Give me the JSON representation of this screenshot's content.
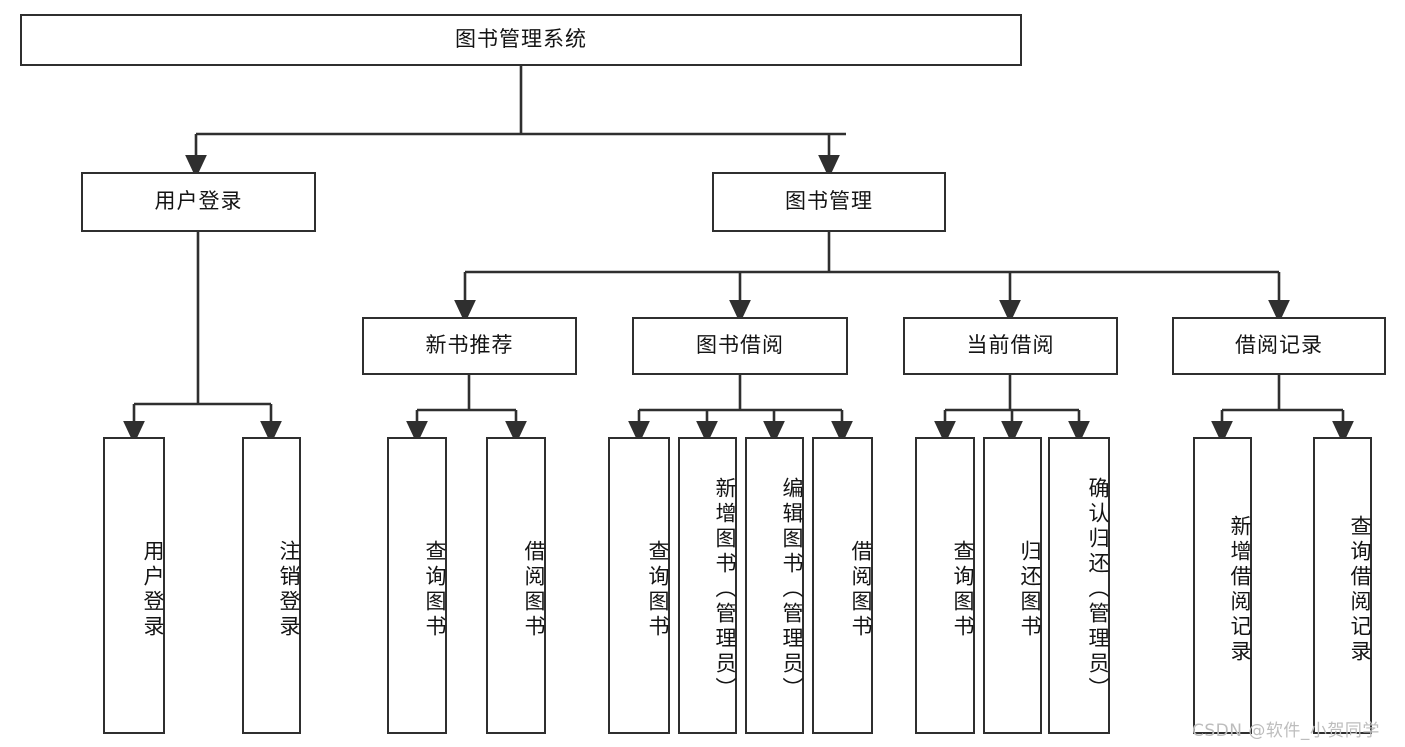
{
  "diagram": {
    "title": "图书管理系统",
    "type": "tree-hierarchy-chart",
    "root": {
      "label": "图书管理系统"
    },
    "level2": [
      {
        "label": "用户登录"
      },
      {
        "label": "图书管理"
      }
    ],
    "level3": [
      {
        "label": "新书推荐"
      },
      {
        "label": "图书借阅"
      },
      {
        "label": "当前借阅"
      },
      {
        "label": "借阅记录"
      }
    ],
    "leaves": {
      "user_login": [
        {
          "label": "用户登录"
        },
        {
          "label": "注销登录"
        }
      ],
      "new_book_recommend": [
        {
          "label": "查询图书"
        },
        {
          "label": "借阅图书"
        }
      ],
      "book_borrow": [
        {
          "label": "查询图书"
        },
        {
          "label": "新增图书（管理员）"
        },
        {
          "label": "编辑图书（管理员）"
        },
        {
          "label": "借阅图书"
        }
      ],
      "current_borrow": [
        {
          "label": "查询图书"
        },
        {
          "label": "归还图书"
        },
        {
          "label": "确认归还（管理员）"
        }
      ],
      "borrow_record": [
        {
          "label": "新增借阅记录"
        },
        {
          "label": "查询借阅记录"
        }
      ]
    }
  },
  "watermark": {
    "text": "CSDN @软件_小贺同学"
  },
  "colors": {
    "stroke": "#2f2f2f",
    "fill": "#ffffff",
    "text": "#141414",
    "watermark": "#bdbdbd"
  }
}
